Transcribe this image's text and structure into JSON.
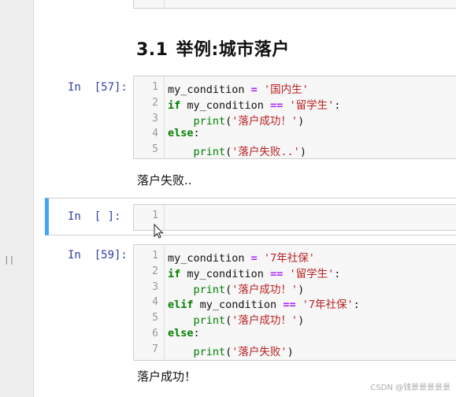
{
  "heading": {
    "number": "3.1",
    "title": "举例:城市落户"
  },
  "cells": [
    {
      "prompt": "In  [57]:",
      "lines": [
        {
          "n": "1",
          "parts": [
            [
              "",
              "my_condition "
            ],
            [
              "op",
              "="
            ],
            [
              "str",
              " '国内生'"
            ]
          ]
        },
        {
          "n": "2",
          "parts": [
            [
              "kw",
              "if"
            ],
            [
              "",
              " my_condition "
            ],
            [
              "op",
              "=="
            ],
            [
              "str",
              " '留学生'"
            ],
            [
              "",
              ":"
            ]
          ]
        },
        {
          "n": "3",
          "parts": [
            [
              "",
              "    "
            ],
            [
              "fn",
              "print"
            ],
            [
              "",
              "("
            ],
            [
              "str",
              "'落户成功！'"
            ],
            [
              "",
              ")"
            ]
          ]
        },
        {
          "n": "4",
          "parts": [
            [
              "kw",
              "else"
            ],
            [
              "",
              ":"
            ]
          ]
        },
        {
          "n": "5",
          "parts": [
            [
              "",
              "    "
            ],
            [
              "fn",
              "print"
            ],
            [
              "",
              "("
            ],
            [
              "str",
              "'落户失败..'"
            ],
            [
              "",
              ")"
            ]
          ]
        }
      ],
      "output": "落户失败.."
    },
    {
      "prompt": "In  [ ]:",
      "lines": [
        {
          "n": "1",
          "parts": []
        }
      ],
      "output": ""
    },
    {
      "prompt": "In  [59]:",
      "lines": [
        {
          "n": "1",
          "parts": [
            [
              "",
              "my_condition "
            ],
            [
              "op",
              "="
            ],
            [
              "str",
              " '7年社保'"
            ]
          ]
        },
        {
          "n": "2",
          "parts": [
            [
              "kw",
              "if"
            ],
            [
              "",
              " my_condition "
            ],
            [
              "op",
              "=="
            ],
            [
              "str",
              " '留学生'"
            ],
            [
              "",
              ":"
            ]
          ]
        },
        {
          "n": "3",
          "parts": [
            [
              "",
              "    "
            ],
            [
              "fn",
              "print"
            ],
            [
              "",
              "("
            ],
            [
              "str",
              "'落户成功！'"
            ],
            [
              "",
              ")"
            ]
          ]
        },
        {
          "n": "4",
          "parts": [
            [
              "kw",
              "elif"
            ],
            [
              "",
              " my_condition "
            ],
            [
              "op",
              "=="
            ],
            [
              "str",
              " '7年社保'"
            ],
            [
              "",
              ":"
            ]
          ]
        },
        {
          "n": "5",
          "parts": [
            [
              "",
              "    "
            ],
            [
              "fn",
              "print"
            ],
            [
              "",
              "("
            ],
            [
              "str",
              "'落户成功！'"
            ],
            [
              "",
              ")"
            ]
          ]
        },
        {
          "n": "6",
          "parts": [
            [
              "kw",
              "else"
            ],
            [
              "",
              ":"
            ]
          ]
        },
        {
          "n": "7",
          "parts": [
            [
              "",
              "    "
            ],
            [
              "fn",
              "print"
            ],
            [
              "",
              "("
            ],
            [
              "str",
              "'落户失败'"
            ],
            [
              "",
              ")"
            ]
          ]
        }
      ],
      "output": "落户成功！"
    }
  ],
  "watermark": "CSDN @钱景景景景景",
  "left_handle": "||",
  "colors": {
    "selected_border": "#42a5f5",
    "prompt": "#303f9f"
  }
}
